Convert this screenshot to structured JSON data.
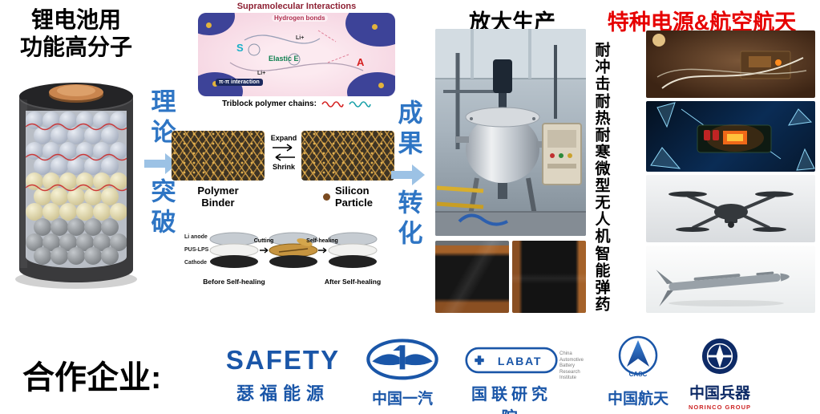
{
  "left_panel": {
    "title": "锂电池用\n功能高分子"
  },
  "flow": {
    "step1_top": "理论",
    "step1_bottom": "突破",
    "step2_top": "成果",
    "step2_bottom": "转化"
  },
  "figures": {
    "supramolecular": {
      "title": "Supramolecular Interactions",
      "hydrogen_bonds": "Hydrogen bonds",
      "s": "S",
      "elastic": "Elastic E",
      "a": "A",
      "li1": "Li+",
      "li2": "Li+",
      "pi": "π-π interaction",
      "caption": "Triblock polymer chains:"
    },
    "binder": {
      "expand": "Expand",
      "shrink": "Shrink",
      "left_label": "Polymer\nBinder",
      "right_label": "Silicon\nParticle"
    },
    "healing": {
      "layer1": "Li anode",
      "layer2": "PUS-LPS",
      "layer3": "Cathode",
      "arrow1": "Cutting",
      "arrow2": "Self-healing",
      "before": "Before Self-healing",
      "after": "After Self-healing"
    }
  },
  "production": {
    "title": "放大生产"
  },
  "applications": {
    "title": "特种电源&航空航天",
    "labels": [
      "耐冲击",
      "耐热耐寒",
      "微型无人机",
      "智能弹药"
    ]
  },
  "partners": {
    "heading": "合作企业:",
    "safety_name": "SAFETY",
    "safety_cn": "瑟福能源",
    "faw_cn": "中国一汽",
    "labat_name": "LABAT",
    "labat_sub": "China Automotive Battery Research Institute",
    "labat_cn": "国联研究院",
    "casc_abbr": "CASC",
    "casc_cn": "中国航天",
    "norinco_cn": "中国兵器",
    "norinco_sub": "NORINCO GROUP"
  },
  "colors": {
    "accent_blue": "#2e75c4",
    "arrow_fill": "#9cc2e5",
    "title_red": "#e60000",
    "maroon": "#8d2033",
    "logo_blue": "#1a56a8",
    "navy": "#0d2a66",
    "logo_red": "#cc2222"
  }
}
